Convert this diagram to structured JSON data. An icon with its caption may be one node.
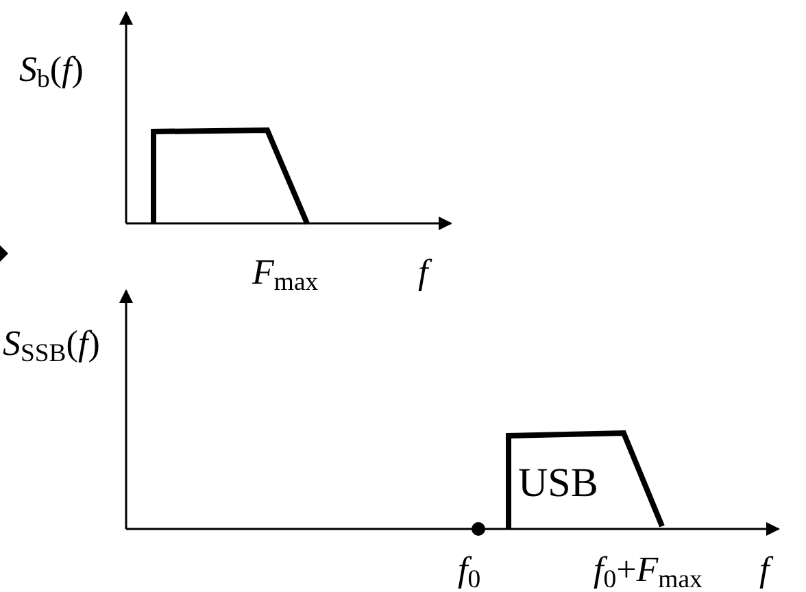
{
  "diagram": {
    "labels": [
      "*S*$_{b}$(*f*)",
      "*F*$_{max}$",
      "*f*",
      "*S*$_{SSB}$(*f*)",
      "USB",
      "*f*$_{0}$",
      "*f*$_{0}$+*F*$_{max}$",
      "*f*"
    ]
  }
}
